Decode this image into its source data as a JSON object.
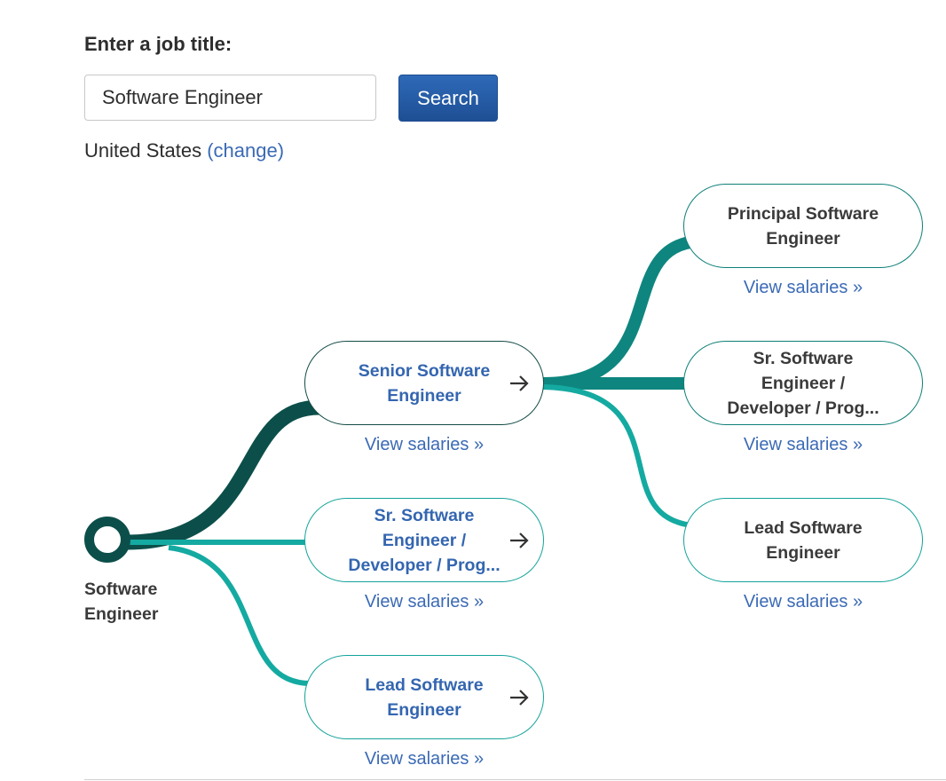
{
  "search": {
    "label": "Enter a job title:",
    "value": "Software Engineer",
    "button_label": "Search"
  },
  "location": {
    "country": "United States",
    "change_label": "(change)"
  },
  "career_path": {
    "origin": {
      "title": "Software Engineer"
    },
    "level1": [
      {
        "title": "Senior Software Engineer",
        "link": "View salaries »"
      },
      {
        "title": "Sr. Software Engineer / Developer / Prog...",
        "link": "View salaries »"
      },
      {
        "title": "Lead Software Engineer",
        "link": "View salaries »"
      }
    ],
    "level2": [
      {
        "title": "Principal Software Engineer",
        "link": "View salaries »"
      },
      {
        "title": "Sr. Software Engineer / Developer / Prog...",
        "link": "View salaries »"
      },
      {
        "title": "Lead Software Engineer",
        "link": "View salaries »"
      }
    ]
  },
  "colors": {
    "dark_path": "#0c4f4a",
    "mid_path": "#0e867f",
    "light_path": "#14aaa1",
    "link": "#3b6ab5",
    "button": "#2658a3"
  },
  "icons": {
    "node_arrow": "arrow-right-icon",
    "origin_marker": "ring-marker-icon"
  }
}
